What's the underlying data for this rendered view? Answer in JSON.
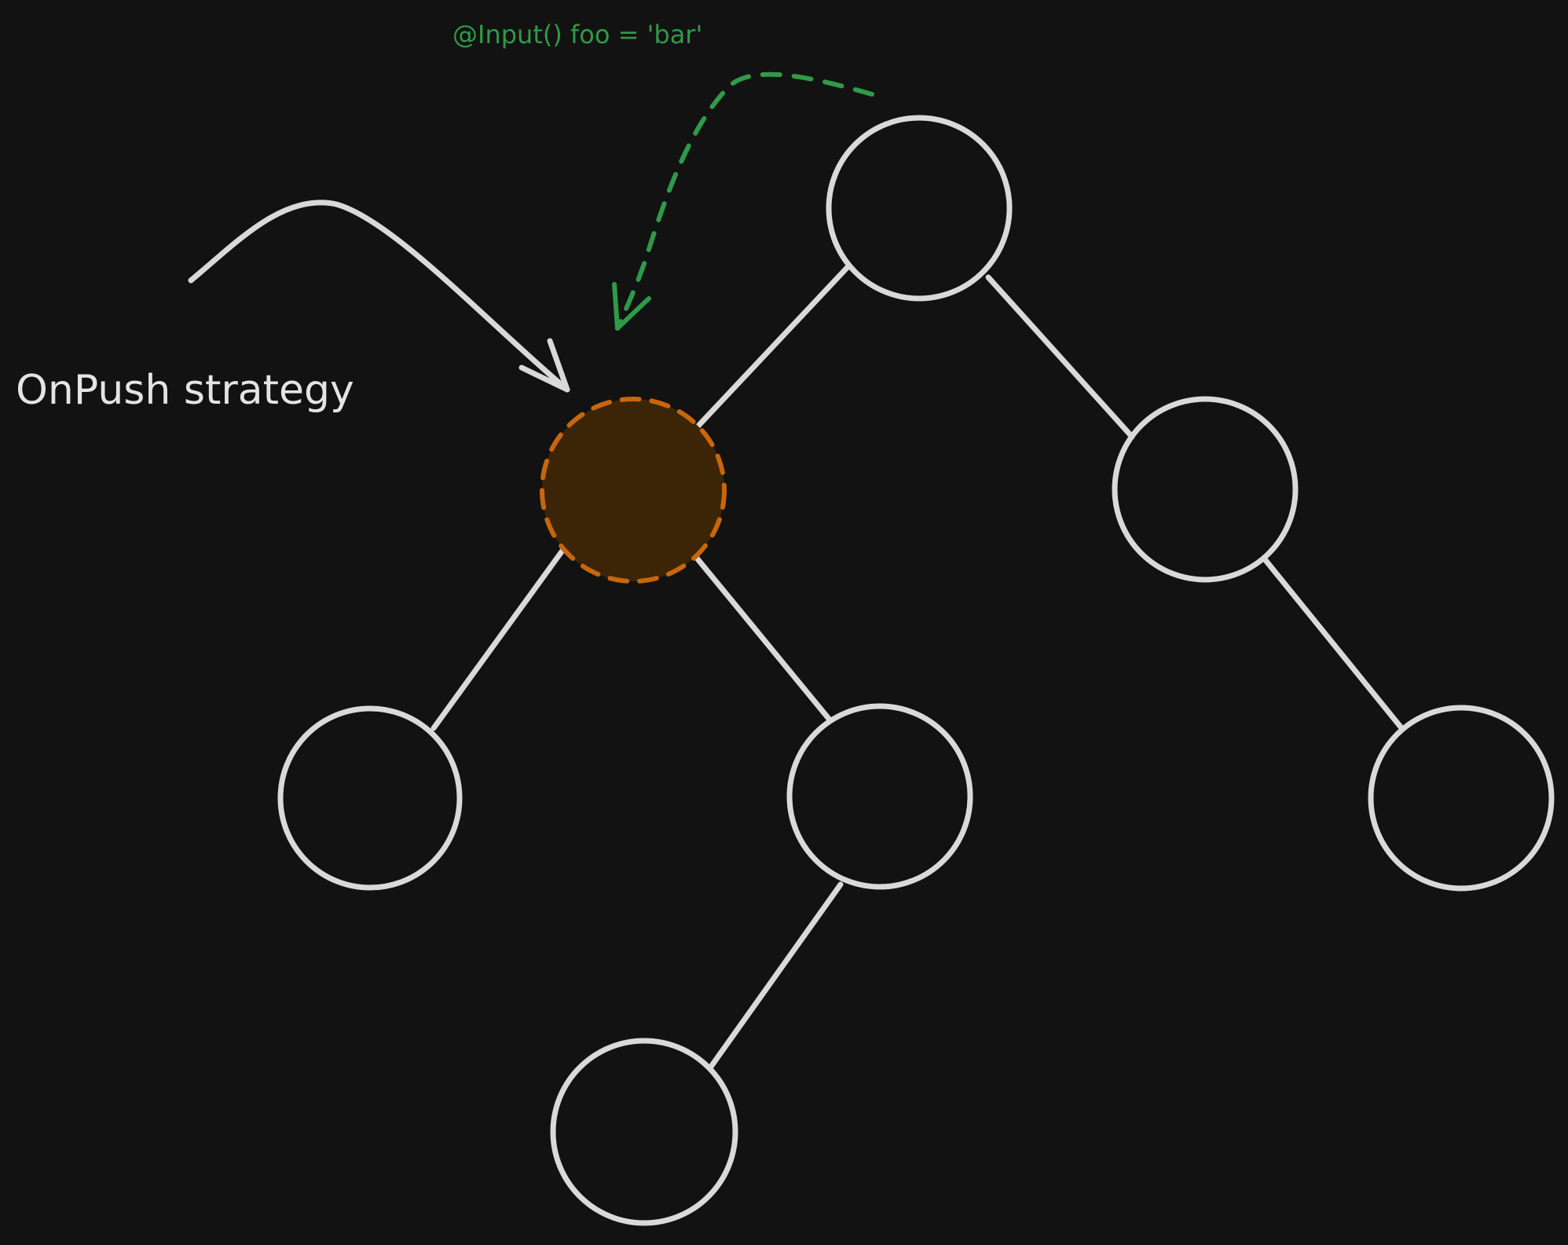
{
  "diagram": {
    "annotations": {
      "strategy_label": "OnPush strategy",
      "input_label": "@Input() foo = 'bar'"
    },
    "nodes": [
      {
        "id": "root",
        "highlighted": false
      },
      {
        "id": "onpush",
        "highlighted": true
      },
      {
        "id": "right",
        "highlighted": false
      },
      {
        "id": "onpush-left-child",
        "highlighted": false
      },
      {
        "id": "onpush-right-child",
        "highlighted": false
      },
      {
        "id": "right-child",
        "highlighted": false
      },
      {
        "id": "grandchild",
        "highlighted": false
      }
    ],
    "edges": [
      {
        "from": "root",
        "to": "onpush"
      },
      {
        "from": "root",
        "to": "right"
      },
      {
        "from": "onpush",
        "to": "onpush-left-child"
      },
      {
        "from": "onpush",
        "to": "onpush-right-child"
      },
      {
        "from": "right",
        "to": "right-child"
      },
      {
        "from": "onpush-right-child",
        "to": "grandchild"
      }
    ],
    "colors": {
      "background": "#121212",
      "stroke": "#d9d9d9",
      "highlight_fill": "#3b2506",
      "highlight_stroke": "#c8660b",
      "input_arrow": "#2f9a48"
    }
  }
}
